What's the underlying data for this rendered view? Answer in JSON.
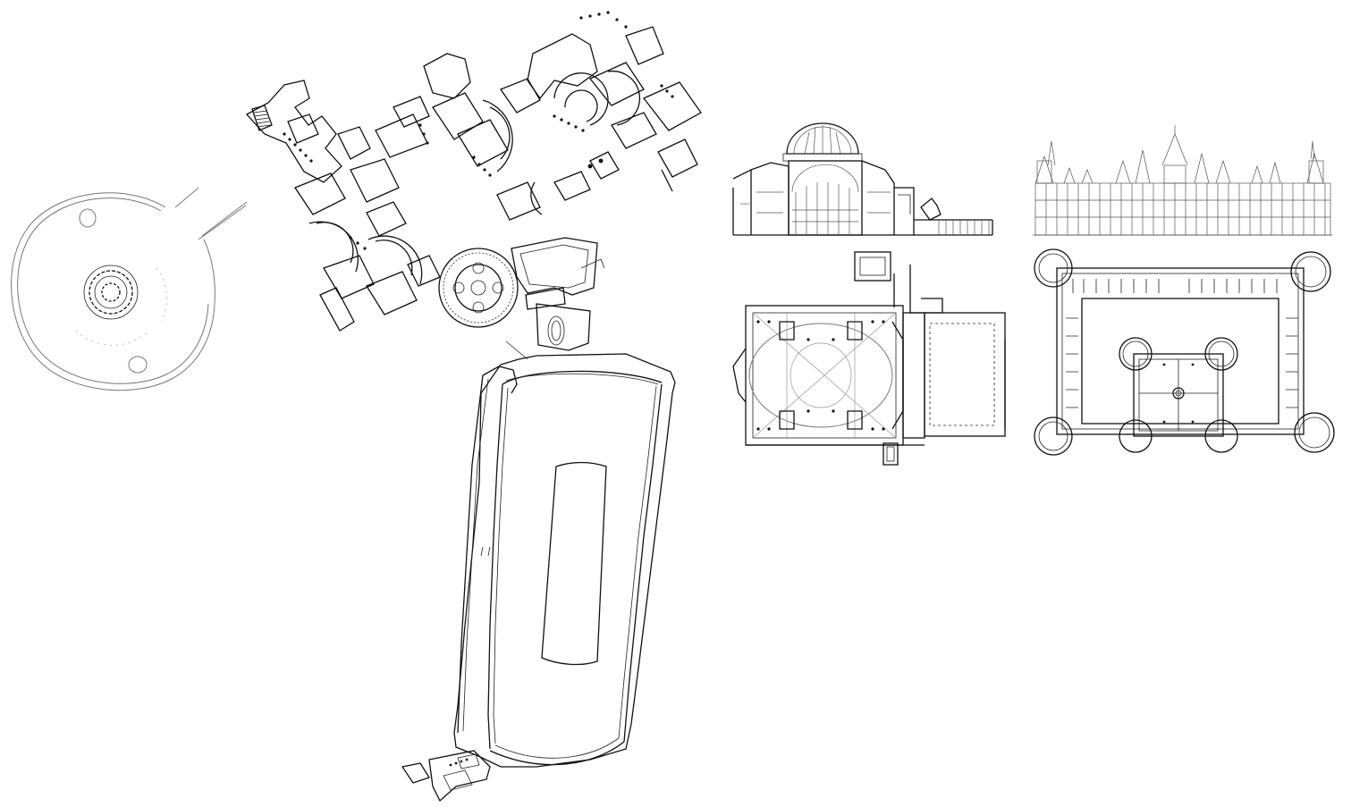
{
  "canvas": {
    "background": "#ffffff",
    "line_color": "#111111",
    "secondary_line_color": "#777777"
  },
  "drawings": [
    {
      "id": "circular-site-plan",
      "kind": "plan"
    },
    {
      "id": "palace-complex-plan",
      "kind": "plan"
    },
    {
      "id": "domed-hall-plan",
      "kind": "plan"
    },
    {
      "id": "hippodrome-plan",
      "kind": "plan"
    },
    {
      "id": "domed-church-elevation",
      "kind": "elevation"
    },
    {
      "id": "domed-church-plan",
      "kind": "plan"
    },
    {
      "id": "chateau-elevation",
      "kind": "elevation"
    },
    {
      "id": "chateau-plan",
      "kind": "plan"
    }
  ]
}
